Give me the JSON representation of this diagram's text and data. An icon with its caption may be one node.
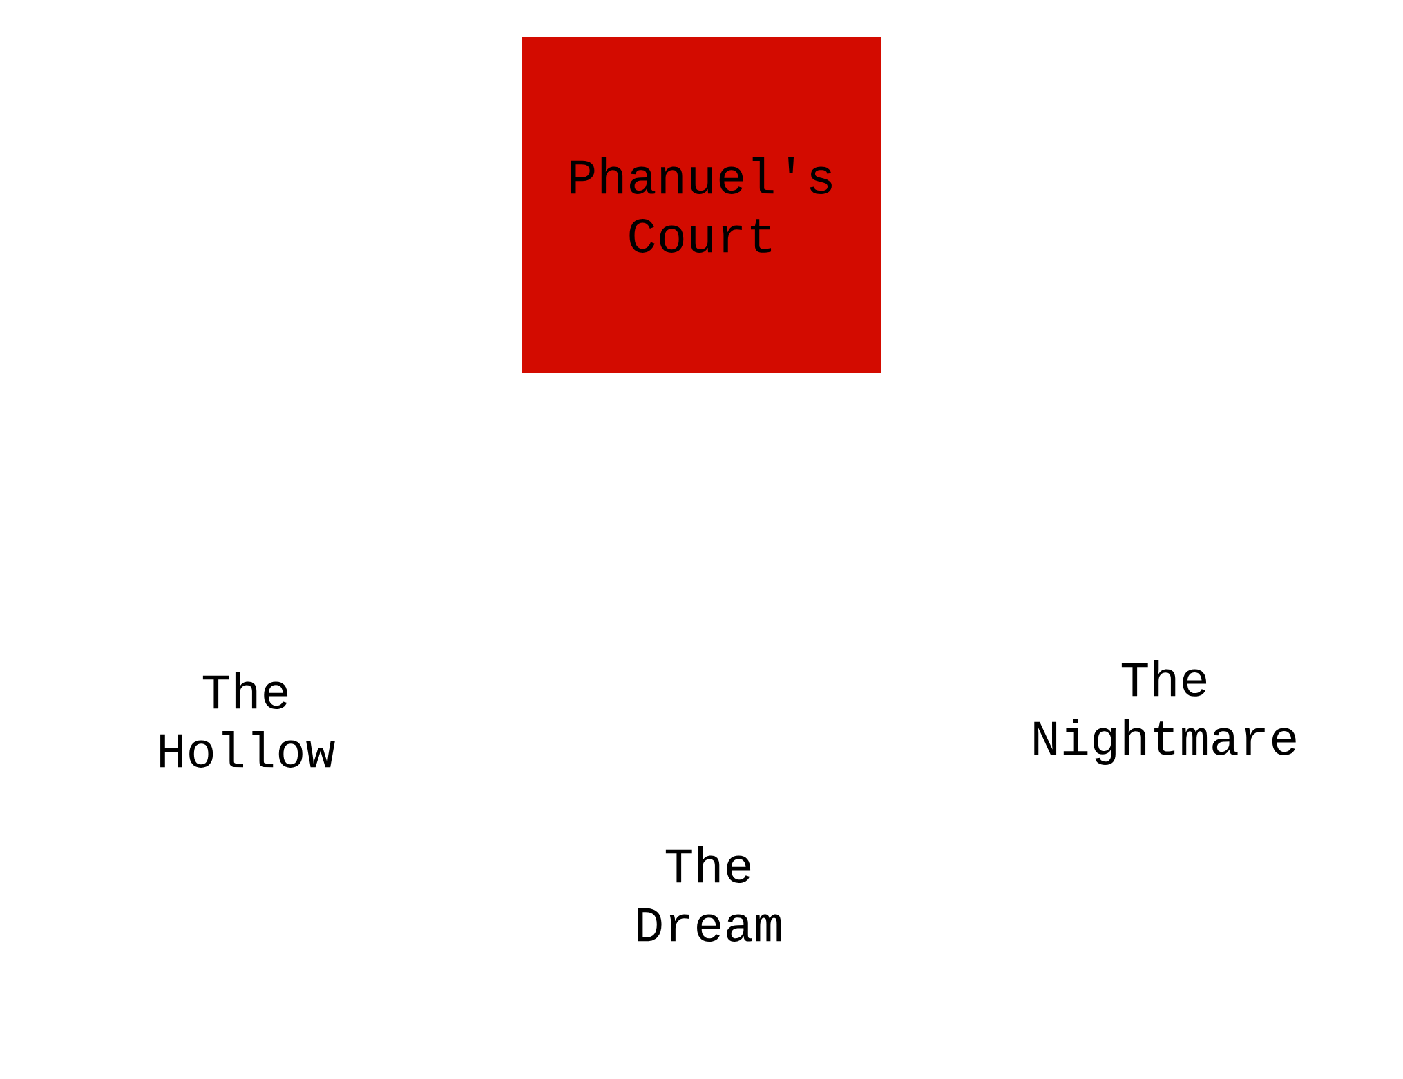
{
  "diagram": {
    "nodes": [
      {
        "text": [
          "Phanuel's Court"
        ]
      },
      {
        "text": [
          "The Hollow"
        ]
      },
      {
        "text": [
          "The Dream"
        ]
      },
      {
        "text": [
          "The Nightmare"
        ]
      }
    ],
    "edges": []
  }
}
